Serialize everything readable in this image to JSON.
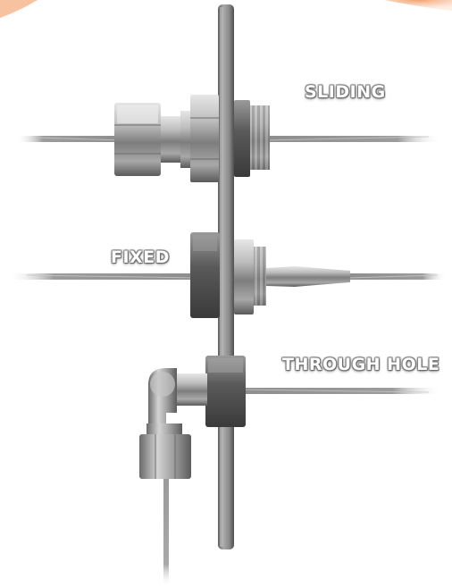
{
  "labels": {
    "sliding": "SLIDING",
    "fixed": "FIXED",
    "through_hole": "THROUGH HOLE"
  },
  "colors": {
    "background": "#ffffff",
    "accent_corner": "#f5b387",
    "steel_dark": "#5a5a5a",
    "steel_mid": "#9a9a9a",
    "steel_light": "#d8d8d8",
    "panel": "#7d7d7d"
  }
}
